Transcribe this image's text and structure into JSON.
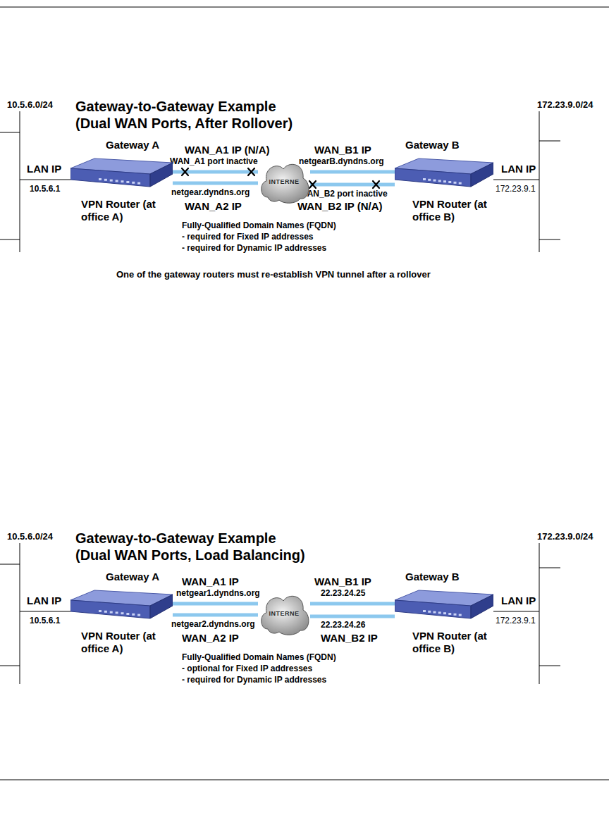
{
  "diagram": {
    "caption": "One of the gateway routers must re-establish VPN tunnel after a rollover",
    "nodes": [
      {
        "text": [
          "Gateway A",
          "VPN Router (at office A)"
        ]
      },
      {
        "text": [
          "INTERNE"
        ]
      },
      {
        "text": [
          "Gateway B",
          "VPN Router (at office B)"
        ]
      },
      {
        "text": [
          "Gateway A",
          "VPN Router (at office A)"
        ]
      },
      {
        "text": [
          "INTERNE"
        ]
      },
      {
        "text": [
          "Gateway B",
          "VPN Router (at office B)"
        ]
      }
    ],
    "edges": [
      {
        "from": 0,
        "to": 1,
        "arrow": "none"
      },
      {
        "from": 0,
        "to": 1,
        "arrow": "none"
      },
      {
        "from": 1,
        "to": 2,
        "arrow": "none"
      },
      {
        "from": 1,
        "to": 2,
        "arrow": "none"
      },
      {
        "from": 3,
        "to": 4,
        "arrow": "none"
      },
      {
        "from": 3,
        "to": 4,
        "arrow": "none"
      },
      {
        "from": 4,
        "to": 5,
        "arrow": "none"
      },
      {
        "from": 4,
        "to": 5,
        "arrow": "none"
      }
    ],
    "labels": [
      "10.5.6.0/24",
      "Gateway-to-Gateway Example",
      "(Dual WAN Ports, After Rollover)",
      "172.23.9.0/24",
      "WAN_A1 IP (N/A)",
      "WAN_A1 port inactive",
      "WAN_B1 IP",
      "netgearB.dyndns.org",
      "LAN IP",
      "10.5.6.1",
      "netgear.dyndns.org",
      "WAN_B2 port inactive",
      "LAN IP",
      "172.23.9.1",
      "WAN_A2 IP",
      "WAN_B2 IP (N/A)",
      "Fully-Qualified Domain Names (FQDN)",
      "- required for Fixed IP addresses",
      "- required for Dynamic IP addresses",
      "10.5.6.0/24",
      "Gateway-to-Gateway Example",
      "(Dual WAN Ports, Load Balancing)",
      "172.23.9.0/24",
      "WAN_A1 IP",
      "netgear1.dyndns.org",
      "WAN_B1 IP",
      "22.23.24.25",
      "LAN IP",
      "10.5.6.1",
      "netgear2.dyndns.org",
      "22.23.24.26",
      "LAN IP",
      "172.23.9.1",
      "WAN_A2 IP",
      "WAN_B2 IP",
      "Fully-Qualified Domain Names (FQDN)",
      "- optional for Fixed IP addresses",
      "- required for Dynamic IP addresses"
    ]
  }
}
